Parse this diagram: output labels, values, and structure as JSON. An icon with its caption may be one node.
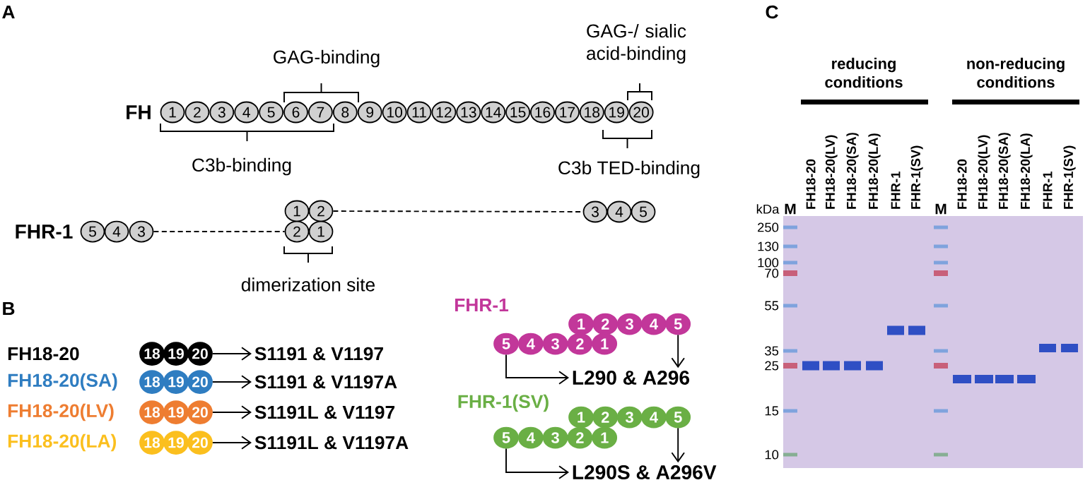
{
  "diagram": {
    "nodes": [
      {
        "text": [
          "1"
        ]
      },
      {
        "text": [
          "2"
        ]
      },
      {
        "text": [
          "3"
        ]
      },
      {
        "text": [
          "4"
        ]
      },
      {
        "text": [
          "5"
        ]
      },
      {
        "text": [
          "6"
        ]
      },
      {
        "text": [
          "7"
        ]
      },
      {
        "text": [
          "8"
        ]
      },
      {
        "text": [
          "9"
        ]
      },
      {
        "text": [
          "10"
        ]
      },
      {
        "text": [
          "11"
        ]
      },
      {
        "text": [
          "12"
        ]
      },
      {
        "text": [
          "13"
        ]
      },
      {
        "text": [
          "14"
        ]
      },
      {
        "text": [
          "15"
        ]
      },
      {
        "text": [
          "16"
        ]
      },
      {
        "text": [
          "17"
        ]
      },
      {
        "text": [
          "18"
        ]
      },
      {
        "text": [
          "19"
        ]
      },
      {
        "text": [
          "20"
        ]
      },
      {
        "text": [
          "1"
        ]
      },
      {
        "text": [
          "2"
        ]
      },
      {
        "text": [
          "3"
        ]
      },
      {
        "text": [
          "4"
        ]
      },
      {
        "text": [
          "5"
        ]
      },
      {
        "text": [
          "5"
        ]
      },
      {
        "text": [
          "4"
        ]
      },
      {
        "text": [
          "3"
        ]
      },
      {
        "text": [
          "2"
        ]
      },
      {
        "text": [
          "1"
        ]
      },
      {
        "text": [
          "18"
        ]
      },
      {
        "text": [
          "19"
        ]
      },
      {
        "text": [
          "20"
        ]
      },
      {
        "text": [
          "S1191 & V1197"
        ]
      },
      {
        "text": [
          "18"
        ]
      },
      {
        "text": [
          "19"
        ]
      },
      {
        "text": [
          "20"
        ]
      },
      {
        "text": [
          "S1191 & V1197A"
        ]
      },
      {
        "text": [
          "18"
        ]
      },
      {
        "text": [
          "19"
        ]
      },
      {
        "text": [
          "20"
        ]
      },
      {
        "text": [
          "S1191L & V1197"
        ]
      },
      {
        "text": [
          "18"
        ]
      },
      {
        "text": [
          "19"
        ]
      },
      {
        "text": [
          "20"
        ]
      },
      {
        "text": [
          "S1191L & V1197A"
        ]
      },
      {
        "text": [
          "1"
        ]
      },
      {
        "text": [
          "2"
        ]
      },
      {
        "text": [
          "3"
        ]
      },
      {
        "text": [
          "4"
        ]
      },
      {
        "text": [
          "5"
        ]
      },
      {
        "text": [
          "5"
        ]
      },
      {
        "text": [
          "4"
        ]
      },
      {
        "text": [
          "3"
        ]
      },
      {
        "text": [
          "2"
        ]
      },
      {
        "text": [
          "1"
        ]
      },
      {
        "text": [
          "L290 & A296"
        ]
      },
      {
        "text": [
          "1"
        ]
      },
      {
        "text": [
          "2"
        ]
      },
      {
        "text": [
          "3"
        ]
      },
      {
        "text": [
          "4"
        ]
      },
      {
        "text": [
          "5"
        ]
      },
      {
        "text": [
          "5"
        ]
      },
      {
        "text": [
          "4"
        ]
      },
      {
        "text": [
          "3"
        ]
      },
      {
        "text": [
          "2"
        ]
      },
      {
        "text": [
          "1"
        ]
      },
      {
        "text": [
          "L290S & A296V"
        ]
      }
    ],
    "edges": [
      {
        "from": 27,
        "to": 28,
        "arrow": "none",
        "style": "dashed"
      },
      {
        "from": 21,
        "to": 22,
        "arrow": "none",
        "style": "dashed"
      },
      {
        "from": 32,
        "to": 33,
        "arrow": "to"
      },
      {
        "from": 36,
        "to": 37,
        "arrow": "to"
      },
      {
        "from": 40,
        "to": 41,
        "arrow": "to"
      },
      {
        "from": 44,
        "to": 45,
        "arrow": "to"
      },
      {
        "from": 51,
        "to": 56,
        "arrow": "to"
      },
      {
        "from": 50,
        "to": 56,
        "arrow": "to"
      },
      {
        "from": 62,
        "to": 67,
        "arrow": "to"
      },
      {
        "from": 61,
        "to": 67,
        "arrow": "to"
      }
    ],
    "labels": [
      "A",
      "GAG-binding",
      "GAG-/ sialic acid-binding",
      "FH",
      "C3b-binding",
      "C3b TED-binding",
      "FHR-1",
      "dimerization site",
      "B",
      "FH18-20",
      "FH18-20(SA)",
      "FH18-20(LV)",
      "FH18-20(LA)",
      "FHR-1",
      "FHR-1(SV)",
      "C",
      "reducing conditions",
      "non-reducing conditions",
      "kDa",
      "M",
      "FH18-20",
      "FH18-20(LV)",
      "FH18-20(SA)",
      "FH18-20(LA)",
      "FHR-1",
      "FHR-1(SV)",
      "M",
      "FH18-20",
      "FH18-20(LV)",
      "FH18-20(SA)",
      "FH18-20(LA)",
      "FHR-1",
      "FHR-1(SV)",
      "250",
      "130",
      "100",
      "70",
      "55",
      "35",
      "25",
      "15",
      "10"
    ]
  }
}
